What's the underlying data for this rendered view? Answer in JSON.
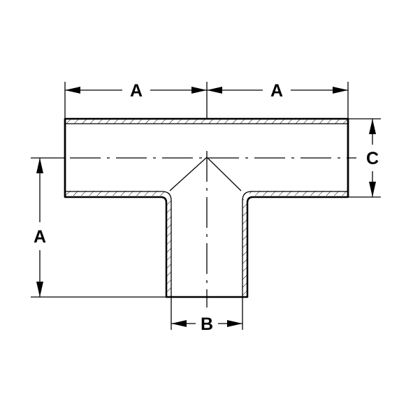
{
  "dimension_labels": {
    "top_left": "A",
    "top_right": "A",
    "vertical_left": "A",
    "right_height": "C",
    "branch_width": "B"
  }
}
